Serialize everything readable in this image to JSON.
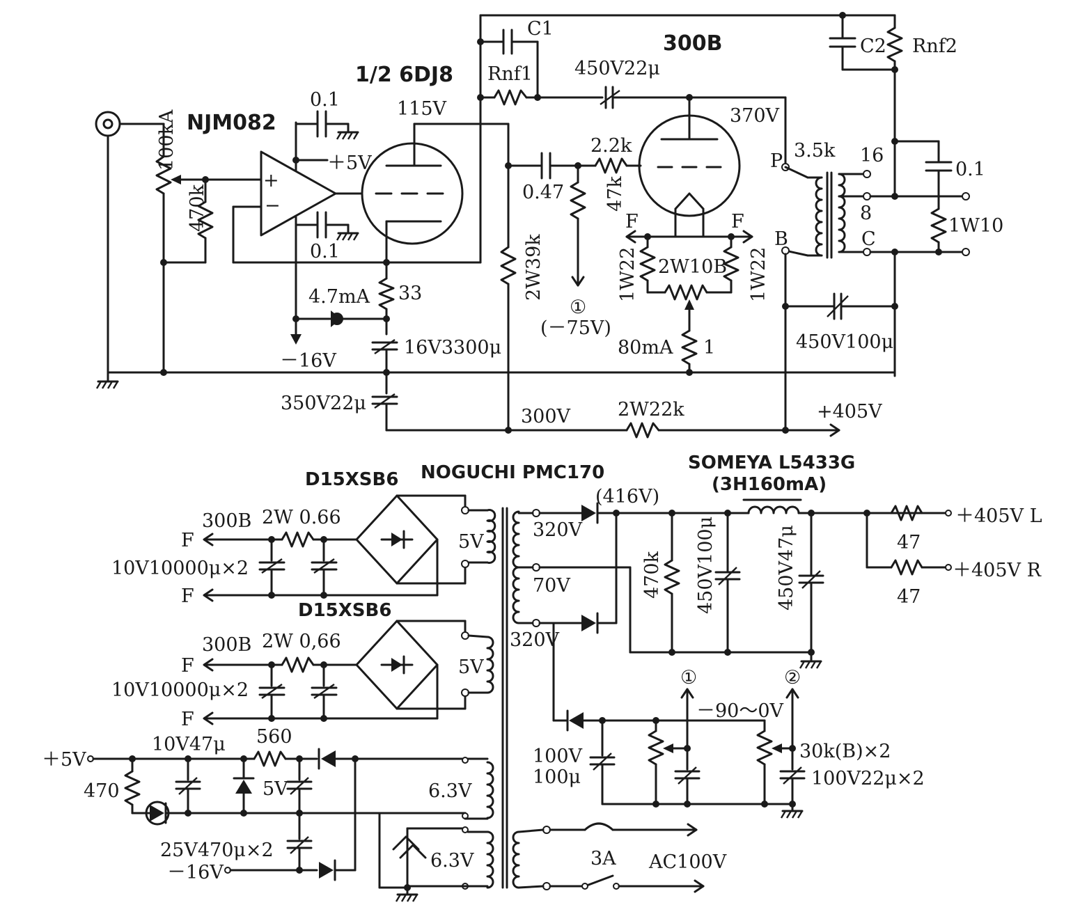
{
  "titles": {
    "opamp": "NJM082",
    "driver": "1/2 6DJ8",
    "output_tube": "300B",
    "rectifier_top": "D15XSB6",
    "rectifier_bottom": "D15XSB6",
    "power_transformer": "NOGUCHI PMC170",
    "choke": "SOMEYA L5433G",
    "choke_spec": "(3H160mA)"
  },
  "amplifier": {
    "volume_pot": "100kA",
    "input_res": "470k",
    "opamp_plus": "+",
    "opamp_minus": "−",
    "bypass_top": "0.1",
    "bypass_bottom": "0.1",
    "plus5v": "＋5V",
    "v115": "115V",
    "cathode_res": "33",
    "led_current": "4.7mA",
    "neg16v": "－16V",
    "cathode_cap": "16V3300μ",
    "c1": "C1",
    "rnf1": "Rnf1",
    "coupling_elec": "450V22μ",
    "coupling_cap": "0.47",
    "grid_stopper": "2.2k",
    "grid_leak": "47k",
    "bias_node": "①",
    "bias_voltage": "(－75V)",
    "plate_voltage": "370V",
    "plate_load": "2W39k",
    "f_left": "F",
    "f_right": "F",
    "hum_left": "1W22",
    "hum_right": "1W22",
    "hum_pot": "2W10B",
    "tube_current": "80mA",
    "sense_res": "1",
    "supply_cap": "350V22μ",
    "v300": "300V",
    "drop_res": "2W22k",
    "b_plus": "+405V",
    "c2": "C2",
    "rnf2": "Rnf2",
    "xfmr_p": "P",
    "xfmr_imp": "3.5k",
    "xfmr_16": "16",
    "xfmr_8": "8",
    "xfmr_b": "B",
    "xfmr_c": "C",
    "zobel_cap": "0.1",
    "zobel_res": "1W10",
    "b_cap": "450V100μ"
  },
  "power_supply": {
    "fil1_tube": "300B",
    "fil1_res": "2W  0.66",
    "fil1_f_top": "F",
    "fil1_f_bottom": "F",
    "fil1_caps": "10V10000μ×2",
    "fil1_5v": "5V",
    "fil2_tube": "300B",
    "fil2_res": "2W  0,66",
    "fil2_f_top": "F",
    "fil2_f_bottom": "F",
    "fil2_caps": "10V10000μ×2",
    "fil2_5v": "5V",
    "hv_top": "320V",
    "hv_mid": "70V",
    "hv_bottom": "320V",
    "rect_out": "(416V)",
    "bleeder": "470k",
    "cap1": "450V100μ",
    "cap2": "450V47μ",
    "out_l": "＋405V  L",
    "out_r": "＋405V  R",
    "dec_l": "47",
    "dec_r": "47",
    "node1": "①",
    "node2": "②",
    "bias_range": "－90〜0V",
    "bias_cap_v": "100V",
    "bias_cap_c": "100μ",
    "bias_pots": "30k(B)×2",
    "bias_caps": "100V22μ×2",
    "out_5v": "＋5V",
    "led_res": "470",
    "reg_cap": "10V47μ",
    "reg_res": "560",
    "zener": "5V",
    "lv_caps": "25V470μ×2",
    "out_neg16": "－16V",
    "heater_top": "6.3V",
    "heater_bottom": "6.3V",
    "fuse": "3A",
    "mains": "AC100V"
  }
}
